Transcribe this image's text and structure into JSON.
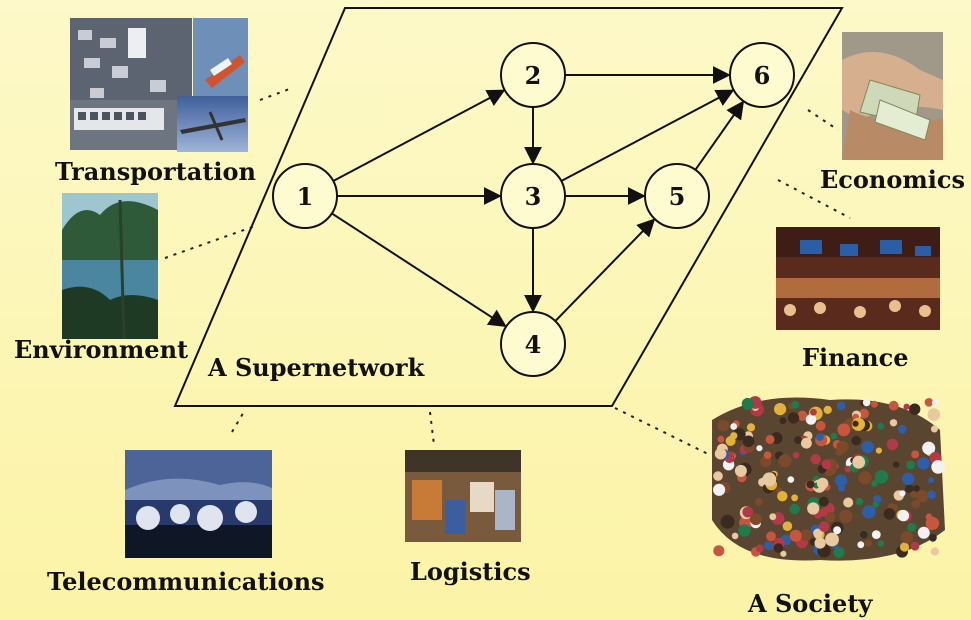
{
  "title": "A Supernetwork",
  "nodes": [
    {
      "id": "1",
      "label": "1"
    },
    {
      "id": "2",
      "label": "2"
    },
    {
      "id": "3",
      "label": "3"
    },
    {
      "id": "4",
      "label": "4"
    },
    {
      "id": "5",
      "label": "5"
    },
    {
      "id": "6",
      "label": "6"
    }
  ],
  "edges": [
    [
      "1",
      "2"
    ],
    [
      "1",
      "3"
    ],
    [
      "1",
      "4"
    ],
    [
      "2",
      "3"
    ],
    [
      "2",
      "6"
    ],
    [
      "3",
      "4"
    ],
    [
      "3",
      "5"
    ],
    [
      "3",
      "6"
    ],
    [
      "4",
      "5"
    ],
    [
      "5",
      "6"
    ]
  ],
  "domains": {
    "transportation": "Transportation",
    "environment": "Environment",
    "economics": "Economics",
    "finance": "Finance",
    "telecommunications": "Telecommunications",
    "logistics": "Logistics",
    "society": "A Society"
  },
  "colors": {
    "background_top": "#fdf9c8",
    "background_bottom": "#fbf3a6",
    "lines": "#111111",
    "node_fill": "#fffbd0"
  }
}
